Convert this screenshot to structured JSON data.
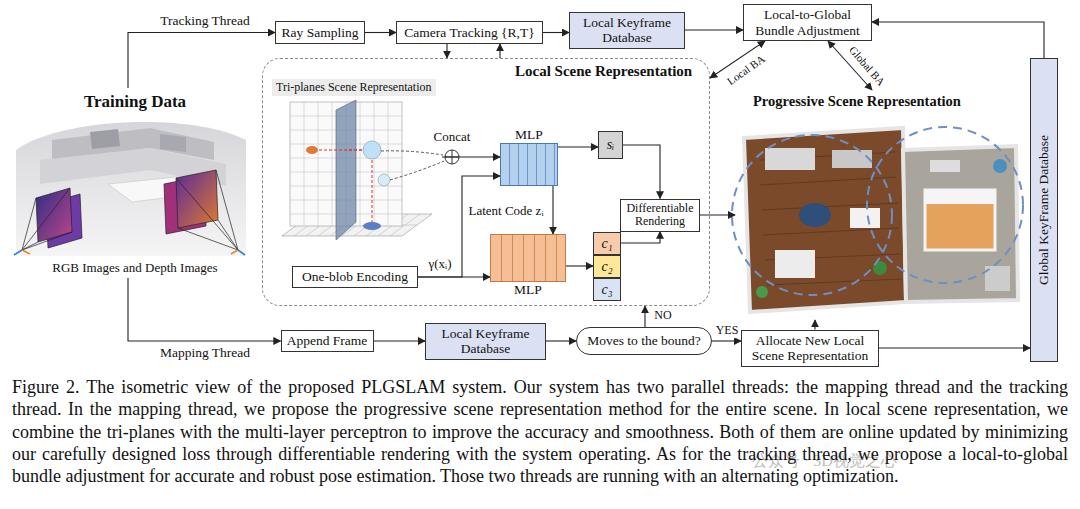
{
  "diagram": {
    "caption": "Figure 2. The isometric view of the proposed PLGSLAM system. Our system has two parallel threads: the mapping thread and the tracking thread. In the mapping thread, we propose the progressive scene representation method for the entire scene. In local scene representation, we combine the tri-planes with the multi-layer perceptron to improve the accuracy and smoothness. Both of them are online updated by minimizing our carefully designed loss through differentiable rendering with the system operating. As for the tracking thread, we propose a local-to-global bundle adjustment for accurate and robust pose estimation. Those two threads are running with an alternating optimization.",
    "nodes": [
      {
        "text": [
          "Training Data",
          "RGB Images and Depth Images"
        ]
      },
      {
        "text": [
          "Ray Sampling"
        ]
      },
      {
        "text": [
          "Camera Tracking {R,T}"
        ]
      },
      {
        "text": [
          "Local Keyframe Database"
        ]
      },
      {
        "text": [
          "Local-to-Global Bundle Adjustment"
        ]
      },
      {
        "text": [
          "Local Scene Representation"
        ]
      },
      {
        "text": [
          "Tri-planes Scene Representation"
        ],
        "in": 5
      },
      {
        "text": [
          "MLP"
        ],
        "in": 5
      },
      {
        "text": [
          "sᵢ"
        ],
        "in": 5
      },
      {
        "text": [
          "Differentiable Rendering"
        ],
        "in": 5
      },
      {
        "text": [
          "One-blob Encoding"
        ],
        "in": 5
      },
      {
        "text": [
          "MLP"
        ],
        "in": 5
      },
      {
        "text": [
          "c₁"
        ],
        "in": 5
      },
      {
        "text": [
          "c₂"
        ],
        "in": 5
      },
      {
        "text": [
          "c₃"
        ],
        "in": 5
      },
      {
        "text": [
          "Progressive Scene Representation"
        ]
      },
      {
        "text": [
          "Global KeyFrame Database"
        ]
      },
      {
        "text": [
          "Append Frame"
        ]
      },
      {
        "text": [
          "Local Keyframe Database"
        ]
      },
      {
        "text": [
          "Moves to the bound?"
        ]
      },
      {
        "text": [
          "Allocate New Local Scene Representation"
        ]
      }
    ],
    "edges": [
      {
        "from": 0,
        "to": 1,
        "arrow": "to",
        "label": "Tracking Thread"
      },
      {
        "from": 1,
        "to": 2,
        "arrow": "to"
      },
      {
        "from": 2,
        "to": 3,
        "arrow": "to"
      },
      {
        "from": 3,
        "to": 4,
        "arrow": "to"
      },
      {
        "from": 4,
        "to": 5,
        "arrow": "both",
        "label": "Local BA"
      },
      {
        "from": 4,
        "to": 15,
        "arrow": "both",
        "label": "Global BA"
      },
      {
        "from": 2,
        "to": 5,
        "arrow": "to"
      },
      {
        "from": 5,
        "to": 2,
        "arrow": "to"
      },
      {
        "from": 0,
        "to": 17,
        "arrow": "to",
        "label": "Mapping Thread"
      },
      {
        "from": 17,
        "to": 18,
        "arrow": "to"
      },
      {
        "from": 18,
        "to": 19,
        "arrow": "to"
      },
      {
        "from": 19,
        "to": 20,
        "arrow": "to",
        "label": "YES"
      },
      {
        "from": 19,
        "to": 5,
        "arrow": "to",
        "label": "NO"
      },
      {
        "from": 20,
        "to": 15,
        "arrow": "to"
      },
      {
        "from": 20,
        "to": 16,
        "arrow": "to"
      },
      {
        "from": 16,
        "to": 4,
        "arrow": "to"
      },
      {
        "from": 9,
        "to": 15,
        "arrow": "to"
      },
      {
        "from": 6,
        "to": 7,
        "arrow": "to"
      },
      {
        "from": 10,
        "to": 7,
        "arrow": "to"
      },
      {
        "from": 10,
        "to": 11,
        "arrow": "to"
      },
      {
        "from": 7,
        "to": 11,
        "arrow": "to",
        "label": "Latent Code zᵢ"
      },
      {
        "from": 11,
        "to": 13,
        "arrow": "to"
      },
      {
        "from": 8,
        "to": 9,
        "arrow": "to"
      },
      {
        "from": 12,
        "to": 9,
        "arrow": "to"
      },
      {
        "from": 7,
        "to": 8,
        "arrow": "to"
      }
    ],
    "labels": [
      "Concat",
      "γ(xᵢ)",
      "公众号 · 3D视觉之心"
    ]
  }
}
